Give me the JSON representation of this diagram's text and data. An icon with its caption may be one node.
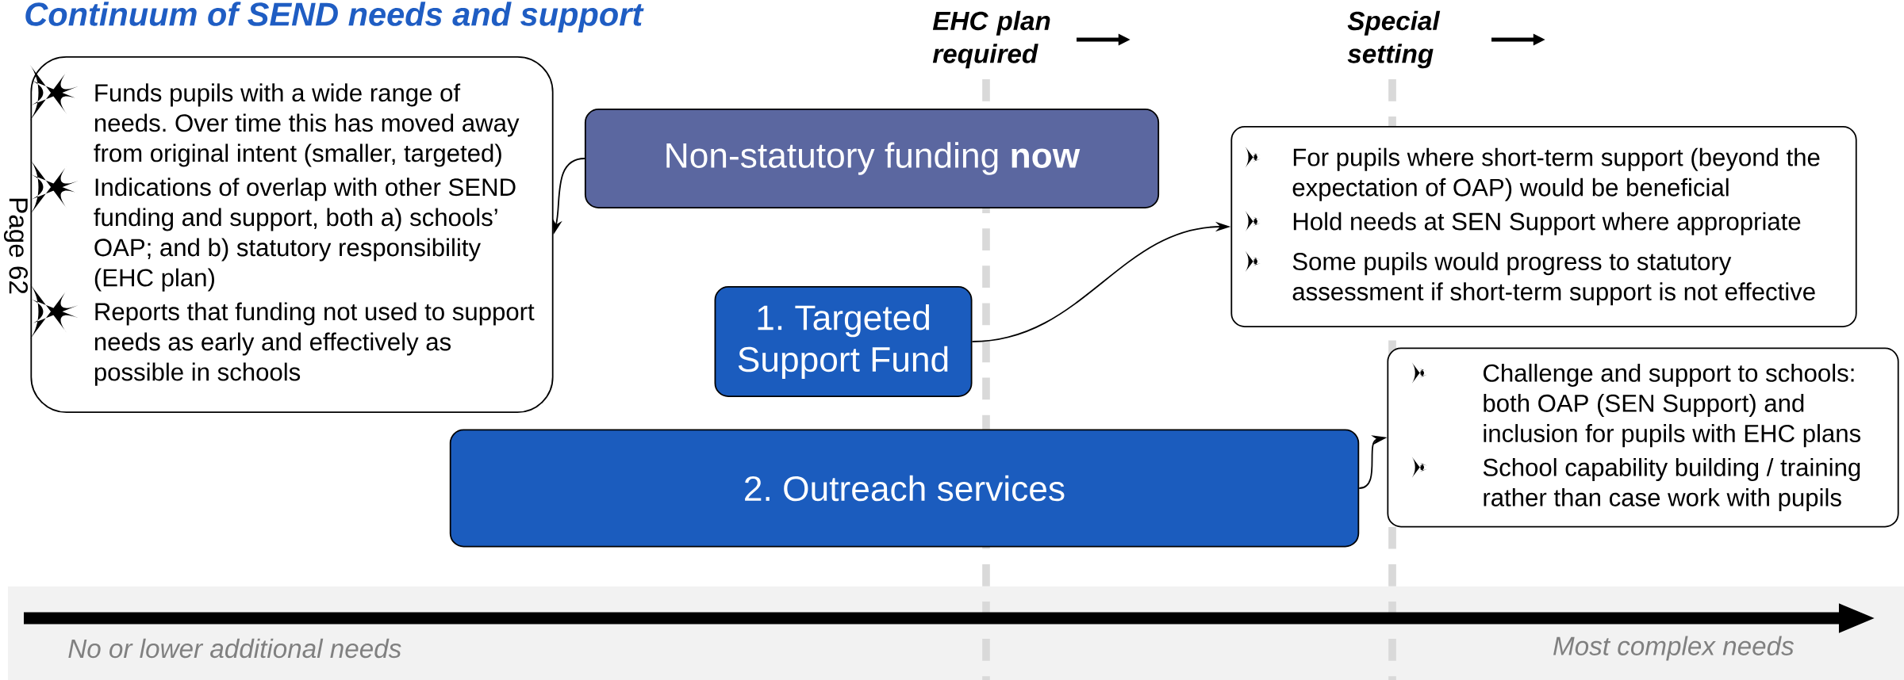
{
  "diagram": {
    "title": "Continuum of SEND needs and support",
    "nodes": [
      {
        "beside": [
          "Page 62"
        ],
        "text": [
          "Funds pupils with a wide range of needs. Over time this has moved away from original intent (smaller, targeted)",
          "Indications of overlap with other SEND funding and support, both a) schools’ OAP; and b) statutory responsibility (EHC plan)",
          "Reports that funding not used to support needs as early and effectively as possible in schools"
        ]
      },
      {
        "text": [
          "Non-statutory funding **now**"
        ]
      },
      {
        "text": [
          "1. Targeted Support Fund"
        ]
      },
      {
        "text": [
          "For pupils where short-term support (beyond the expectation of OAP) would be beneficial",
          "Hold needs at SEN Support where appropriate",
          "Some pupils would progress to statutory assessment if short-term support is not effective"
        ]
      },
      {
        "text": [
          "2. Outreach services"
        ]
      },
      {
        "text": [
          "Challenge and support to schools: both OAP (SEN Support) and inclusion for pupils with EHC plans",
          "School capability building / training rather than case work with pupils"
        ]
      }
    ],
    "edges": [
      {
        "from": 1,
        "to": 0,
        "arrow": "to"
      },
      {
        "from": 2,
        "to": 3,
        "arrow": "to"
      },
      {
        "from": 4,
        "to": 5,
        "arrow": "to"
      }
    ],
    "labels": [
      "EHC plan required",
      "Special setting",
      "No or lower additional needs",
      "Most complex needs"
    ]
  }
}
